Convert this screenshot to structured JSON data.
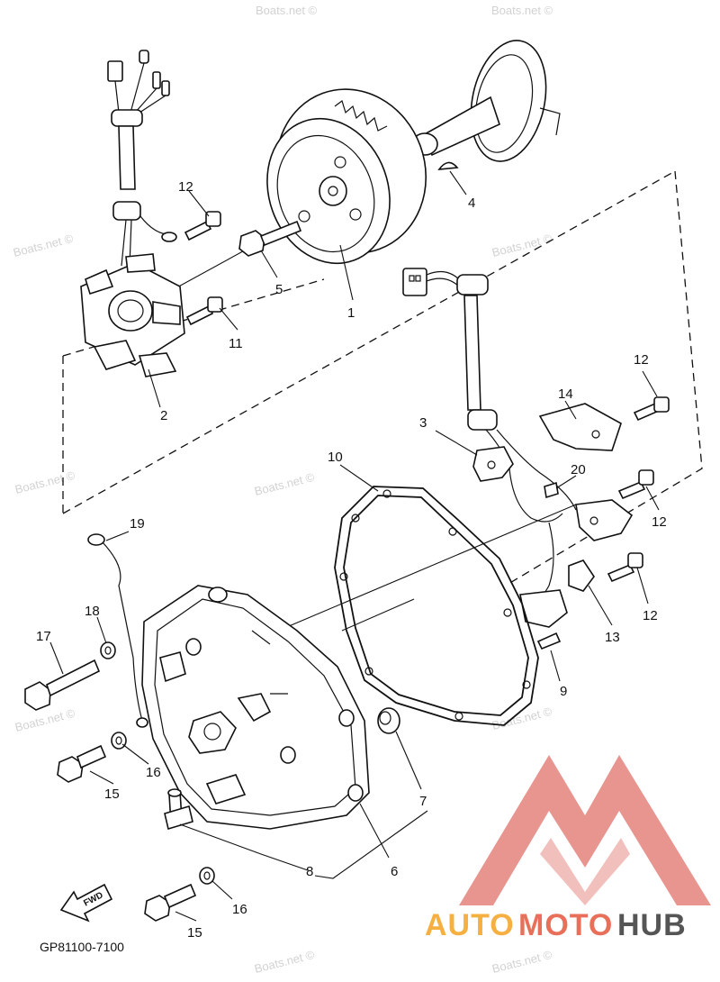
{
  "callouts": [
    {
      "label": "1"
    },
    {
      "label": "2"
    },
    {
      "label": "3"
    },
    {
      "label": "4"
    },
    {
      "label": "5"
    },
    {
      "label": "6"
    },
    {
      "label": "7"
    },
    {
      "label": "8"
    },
    {
      "label": "9"
    },
    {
      "label": "10"
    },
    {
      "label": "11"
    },
    {
      "label": "12"
    },
    {
      "label": "12"
    },
    {
      "label": "12"
    },
    {
      "label": "12"
    },
    {
      "label": "13"
    },
    {
      "label": "14"
    },
    {
      "label": "15"
    },
    {
      "label": "15"
    },
    {
      "label": "16"
    },
    {
      "label": "16"
    },
    {
      "label": "17"
    },
    {
      "label": "18"
    },
    {
      "label": "19"
    },
    {
      "label": "20"
    }
  ],
  "diagram_code": "GP81100-7100",
  "direction_arrow": {
    "label": "FWD"
  },
  "watermarks": [
    "Boats.net ©"
  ],
  "logo": {
    "text_parts": [
      "AUTO",
      "MOTO",
      "HUB"
    ],
    "colors": {
      "auto": "#f5b041",
      "moto": "#e8705a",
      "hub": "#555555",
      "mark": "#e89590"
    }
  }
}
